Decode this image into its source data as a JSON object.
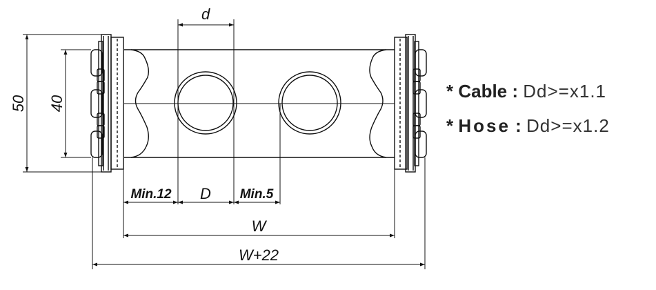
{
  "dimensions": {
    "d": "d",
    "height_outer": "50",
    "height_inner": "40",
    "min_left": "Min.12",
    "D": "D",
    "min_mid": "Min.5",
    "W": "W",
    "W_total": "W+22"
  },
  "notes": [
    {
      "prefix": "* ",
      "label": "Cable",
      "sep": " : ",
      "value": "Dd>=x1.1"
    },
    {
      "prefix": "* ",
      "label": "Hose",
      "sep": " : ",
      "value": "Dd>=x1.2"
    }
  ],
  "colors": {
    "line": "#111111",
    "text": "#333333",
    "background": "#ffffff"
  }
}
